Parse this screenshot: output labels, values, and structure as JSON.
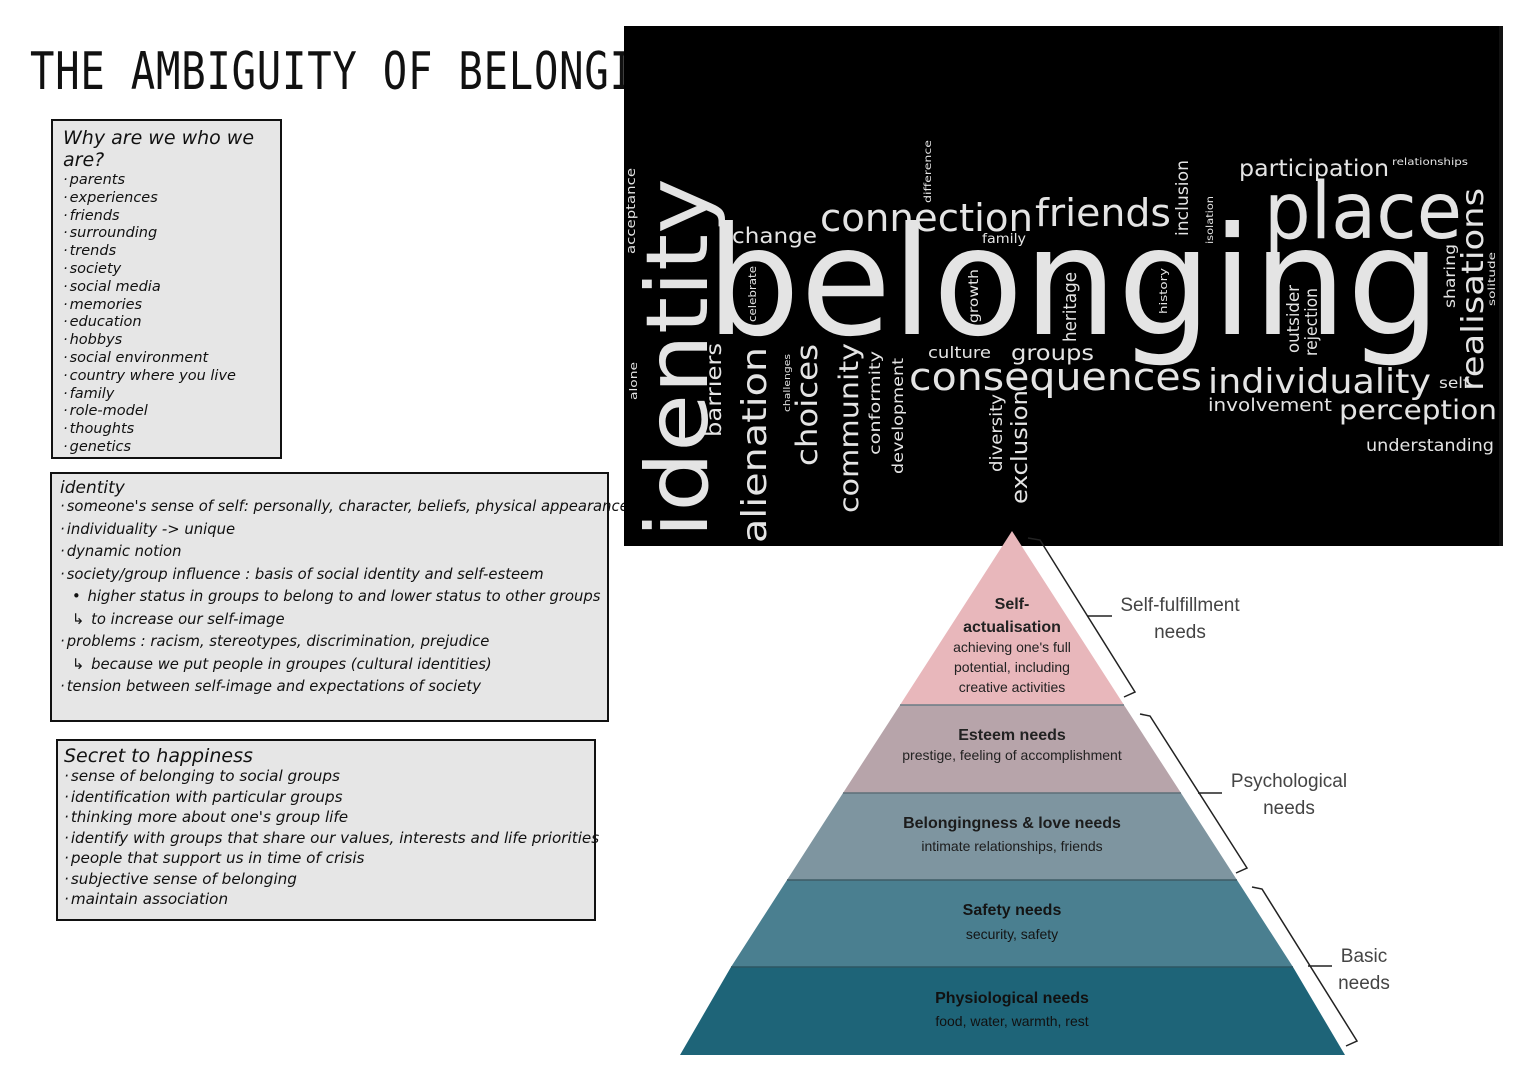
{
  "title": "THE AMBIGUITY OF BELONGING",
  "why_box": {
    "heading": "Why are we who we are?",
    "items": [
      "parents",
      "experiences",
      "friends",
      "surrounding",
      "trends",
      "society",
      "social media",
      "memories",
      "education",
      "hobbys",
      "social environment",
      "country where you live",
      "family",
      "role-model",
      "thoughts",
      "genetics"
    ]
  },
  "identity_box": {
    "heading": "identity",
    "items": [
      "someone's sense of self: personally, character, beliefs, physical appearance",
      "individuality -> unique",
      "dynamic notion",
      "society/group influence : basis of social identity and self-esteem",
      "higher status in groups to belong to and lower status to other groups",
      "to increase our self-image",
      "problems : racism, stereotypes, discrimination, prejudice",
      "because we put people in groupes (cultural identities)",
      "tension between self-image and expectations of society"
    ]
  },
  "happiness_box": {
    "heading": "Secret to happiness",
    "items": [
      "sense of belonging to social groups",
      "identification with particular groups",
      "thinking more about one's group life",
      "identify with groups that share our values, interests and life priorities",
      "people that support us in time of crisis",
      "subjective sense of belonging",
      "maintain association"
    ]
  },
  "word_cloud": {
    "words": {
      "belonging": "belonging",
      "identity": "identity",
      "place": "place",
      "connection": "connection",
      "friends": "friends",
      "consequences": "consequences",
      "individuality": "individuality",
      "realisations": "realisations",
      "participation": "participation",
      "relationships": "relationships",
      "perception": "perception",
      "understanding": "understanding",
      "involvement": "involvement",
      "self": "self",
      "change": "change",
      "family": "family",
      "acceptance": "acceptance",
      "difference": "difference",
      "inclusion": "inclusion",
      "isolation": "isolation",
      "celebrate": "celebrate",
      "growth": "growth",
      "heritage": "heritage",
      "history": "history",
      "outsider": "outsider",
      "rejection": "rejection",
      "sharing": "sharing",
      "solitude": "solitude",
      "culture": "culture",
      "groups": "groups",
      "barriers": "barriers",
      "alienation": "alienation",
      "challenges": "challenges",
      "choices": "choices",
      "community": "community",
      "conformity": "conformity",
      "development": "development",
      "diversity": "diversity",
      "exclusion": "exclusion",
      "alone": "alone"
    }
  },
  "pyramid": {
    "colors": {
      "level1": "#e8b7bb",
      "level2": "#b7a4aa",
      "level3": "#7e95a0",
      "level4": "#4a7f90",
      "level5": "#1e6478"
    },
    "levels": [
      {
        "title_line1": "Self-",
        "title_line2": "actualisation",
        "desc_line1": "achieving one's full",
        "desc_line2": "potential, including",
        "desc_line3": "creative activities"
      },
      {
        "title": "Esteem needs",
        "desc": "prestige, feeling of accomplishment"
      },
      {
        "title": "Belongingness & love needs",
        "desc": "intimate relationships, friends"
      },
      {
        "title": "Safety needs",
        "desc": "security, safety"
      },
      {
        "title": "Physiological needs",
        "desc": "food, water, warmth, rest"
      }
    ],
    "groups": [
      {
        "line1": "Self-fulfillment",
        "line2": "needs"
      },
      {
        "line1": "Psychological",
        "line2": "needs"
      },
      {
        "line1": "Basic",
        "line2": "needs"
      }
    ]
  }
}
